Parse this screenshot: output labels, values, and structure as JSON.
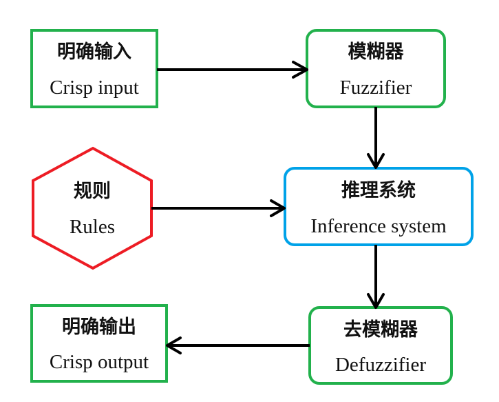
{
  "nodes": {
    "crisp_input": {
      "zh": "明确输入",
      "en": "Crisp input"
    },
    "fuzzifier": {
      "zh": "模糊器",
      "en": "Fuzzifier"
    },
    "rules": {
      "zh": "规则",
      "en": "Rules"
    },
    "inference": {
      "zh": "推理系统",
      "en": "Inference system"
    },
    "defuzzifier": {
      "zh": "去模糊器",
      "en": "Defuzzifier"
    },
    "crisp_output": {
      "zh": "明确输出",
      "en": "Crisp output"
    }
  },
  "colors": {
    "green": "#22b14c",
    "red": "#ed1c24",
    "blue": "#00a2e8",
    "arrow": "#000000",
    "text": "#111111"
  }
}
